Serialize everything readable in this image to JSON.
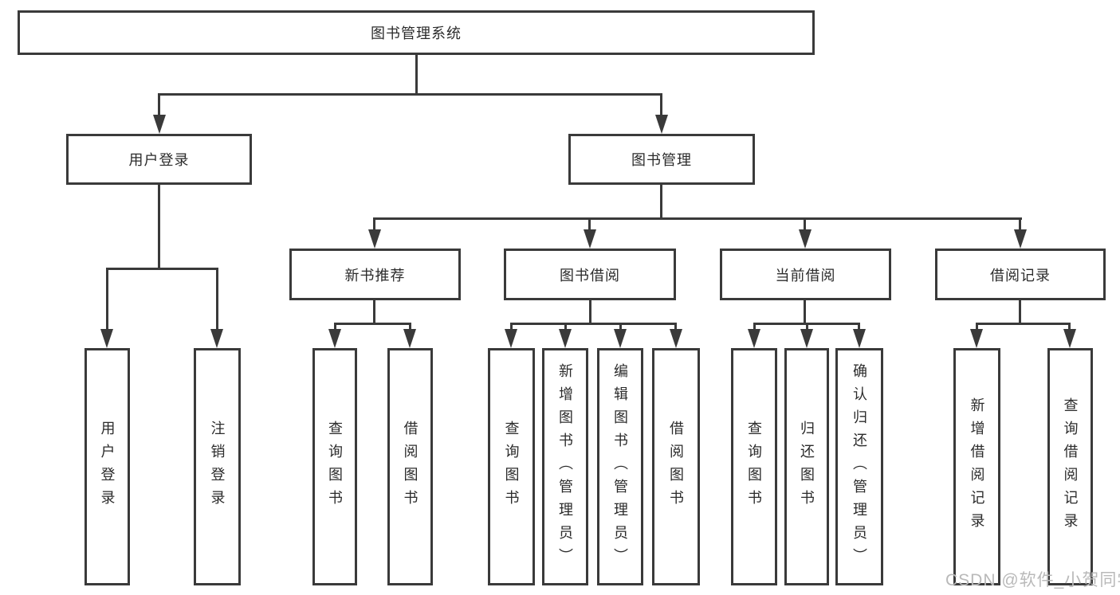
{
  "tree": {
    "label": "图书管理系统",
    "children": [
      {
        "label": "用户登录",
        "children": [
          {
            "label": "用户登录"
          },
          {
            "label": "注销登录"
          }
        ]
      },
      {
        "label": "图书管理",
        "children": [
          {
            "label": "新书推荐",
            "children": [
              {
                "label": "查询图书"
              },
              {
                "label": "借阅图书"
              }
            ]
          },
          {
            "label": "图书借阅",
            "children": [
              {
                "label": "查询图书"
              },
              {
                "label": "新增图书（管理员）"
              },
              {
                "label": "编辑图书（管理员）"
              },
              {
                "label": "借阅图书"
              }
            ]
          },
          {
            "label": "当前借阅",
            "children": [
              {
                "label": "查询图书"
              },
              {
                "label": "归还图书"
              },
              {
                "label": "确认归还（管理员）"
              }
            ]
          },
          {
            "label": "借阅记录",
            "children": [
              {
                "label": "新增借阅记录"
              },
              {
                "label": "查询借阅记录"
              }
            ]
          }
        ]
      }
    ]
  },
  "watermark": {
    "text": "CSDN @软件_小贺同学"
  },
  "colors": {
    "line": "#3a3a3a",
    "text": "#2b2b2b",
    "background": "#ffffff",
    "watermark": "#b9b9b9"
  }
}
